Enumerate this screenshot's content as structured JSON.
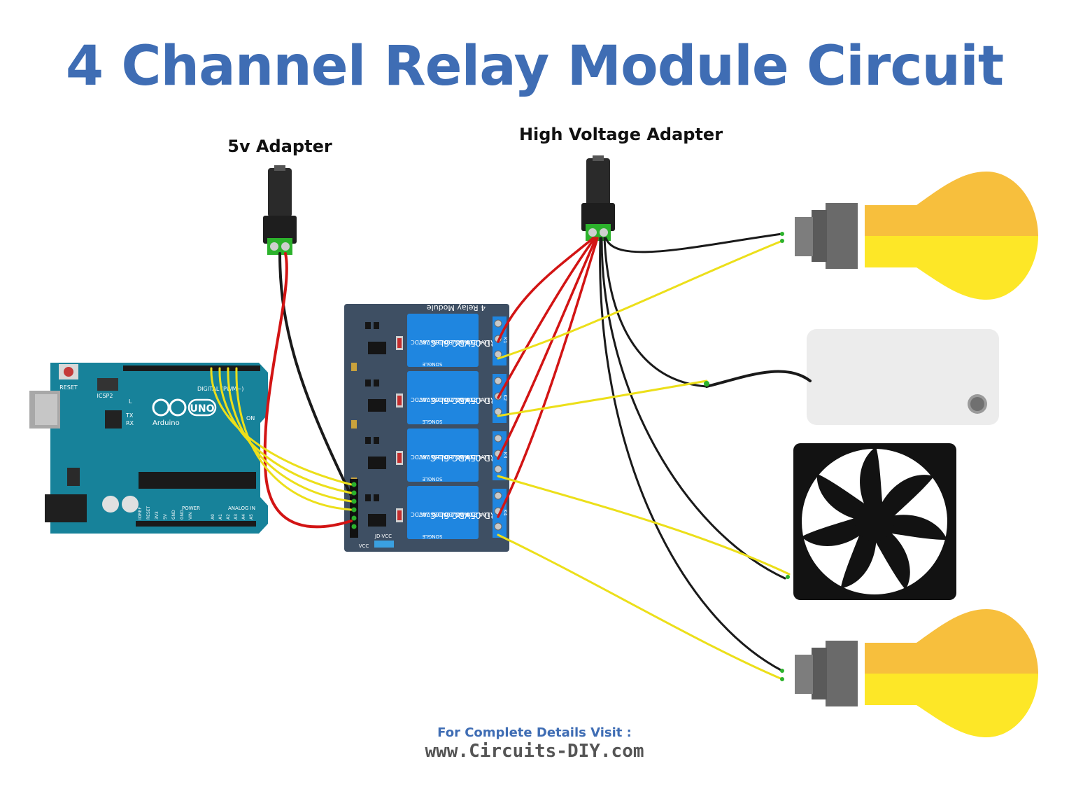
{
  "title": "4 Channel Relay Module Circuit",
  "labels": {
    "adapter_5v": "5v Adapter",
    "adapter_hv": "High Voltage Adapter"
  },
  "footer": {
    "line1": "For Complete Details Visit :",
    "line2": "www.Circuits-DIY.com"
  },
  "arduino": {
    "brand": "Arduino",
    "model": "UNO",
    "reset": "RESET",
    "icsp": "ICSP2",
    "digital": "DIGITAL (PWM~)",
    "power": "POWER",
    "analog": "ANALOG IN",
    "tx": "TX",
    "rx": "RX",
    "l": "L",
    "on": "ON",
    "power_pins": [
      "IOREF",
      "RESET",
      "3V3",
      "5V",
      "GND",
      "GND",
      "VIN"
    ],
    "analog_pins": [
      "A0",
      "A1",
      "A2",
      "A3",
      "A4",
      "A5"
    ]
  },
  "relay_module": {
    "name": "4 Relay Module",
    "relay_lines": [
      "SRD-05VDC-SL-C",
      "10A 250VAC  10A 125VAC",
      "10A  30VDC  10A  28VDC"
    ],
    "brand": "SONGLE",
    "channels": [
      "K1",
      "K2",
      "K3",
      "K4"
    ],
    "jumper": "JD-VCC",
    "vcc": "VCC"
  },
  "colors": {
    "title": "#3f6db4",
    "footer_line1": "#3f6db4",
    "footer_line2": "#555555",
    "wire_red": "#d21414",
    "wire_black": "#1a1a1a",
    "wire_yellow": "#ecdf1a",
    "relay_board": "#3e4f63",
    "relay_blue": "#1f86e0",
    "arduino": "#17829a",
    "bulb_top": "#f7bf3d",
    "bulb_bottom": "#fde727",
    "socket": "#6a6a6a"
  },
  "icons": [
    "dc-barrel-jack-icon",
    "arduino-uno-icon",
    "relay-module-icon",
    "light-bulb-icon",
    "power-bank-icon",
    "cooling-fan-icon"
  ]
}
